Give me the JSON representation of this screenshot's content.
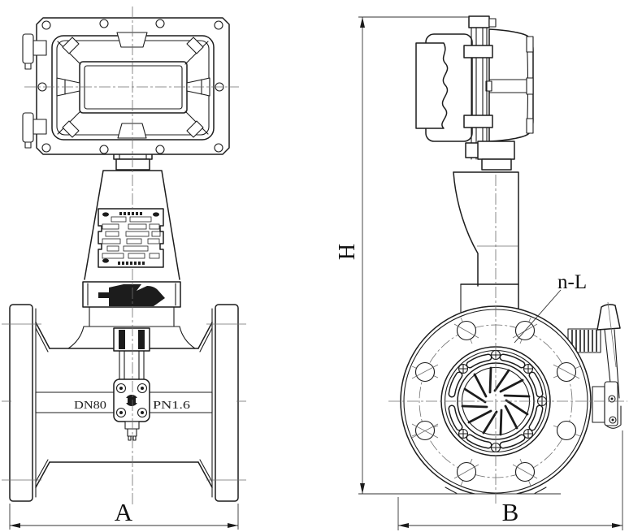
{
  "drawing": {
    "type": "engineering-orthographic-views",
    "subject": "gas turbine flow meter",
    "labels": {
      "dim_a": "A",
      "dim_b": "B",
      "dim_h": "H",
      "bolt_holes": "n-L",
      "nominal_diameter": "DN80",
      "pressure_rating": "PN1.6"
    },
    "icons": {
      "flow_direction_icon": "solid right-pointing flow arrow",
      "nameplate": "small data plate with illegible field boxes and rivets"
    },
    "features": {
      "front_view": [
        "display head with window frame and hinges",
        "nameplate on tapered neck",
        "flow arrow band",
        "flanged pipe body with DN80 / PN1.6 cast markings",
        "central sensor plate with 4 bolts"
      ],
      "side_view": [
        "display head side profile",
        "support column",
        "circular flange with 8 bolt holes on bolt circle",
        "turbine rosette with 12 blades",
        "hand oiler pump with lever"
      ]
    },
    "colors": {
      "line": "#1c1c1c",
      "background": "#ffffff",
      "centerline": "#6e6e6e"
    }
  }
}
